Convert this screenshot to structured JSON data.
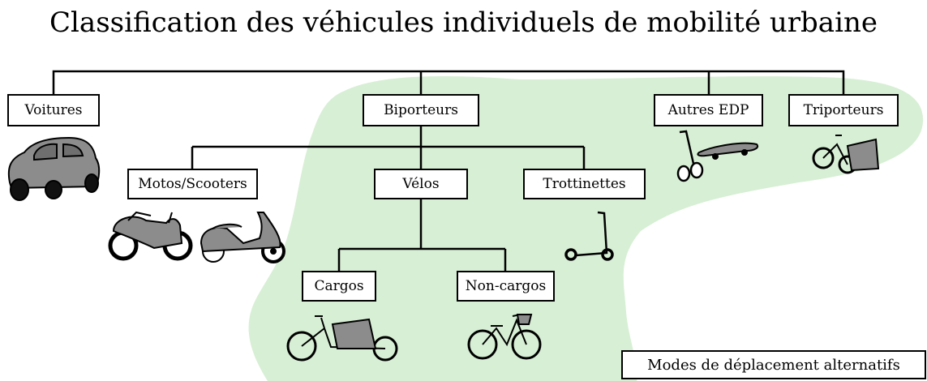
{
  "title": "Classification des véhicules individuels de mobilité urbaine",
  "nodes": {
    "voitures": "Voitures",
    "biporteurs": "Biporteurs",
    "autres_edp": "Autres EDP",
    "triporteurs": "Triporteurs",
    "motos_scooters": "Motos/Scooters",
    "velos": "Vélos",
    "trottinettes": "Trottinettes",
    "cargos": "Cargos",
    "non_cargos": "Non-cargos"
  },
  "legend": "Modes de déplacement alternatifs",
  "colors": {
    "region_fill": "#d7efd4",
    "vehicle_fill": "#8c8c8c",
    "line": "#000000"
  },
  "icons": [
    "car-icon",
    "motorcycle-icon",
    "scooter-icon",
    "kick-scooter-icon",
    "golf-trolley-icon",
    "skateboard-icon",
    "tricycle-icon",
    "cargo-bike-icon",
    "city-bike-icon"
  ]
}
